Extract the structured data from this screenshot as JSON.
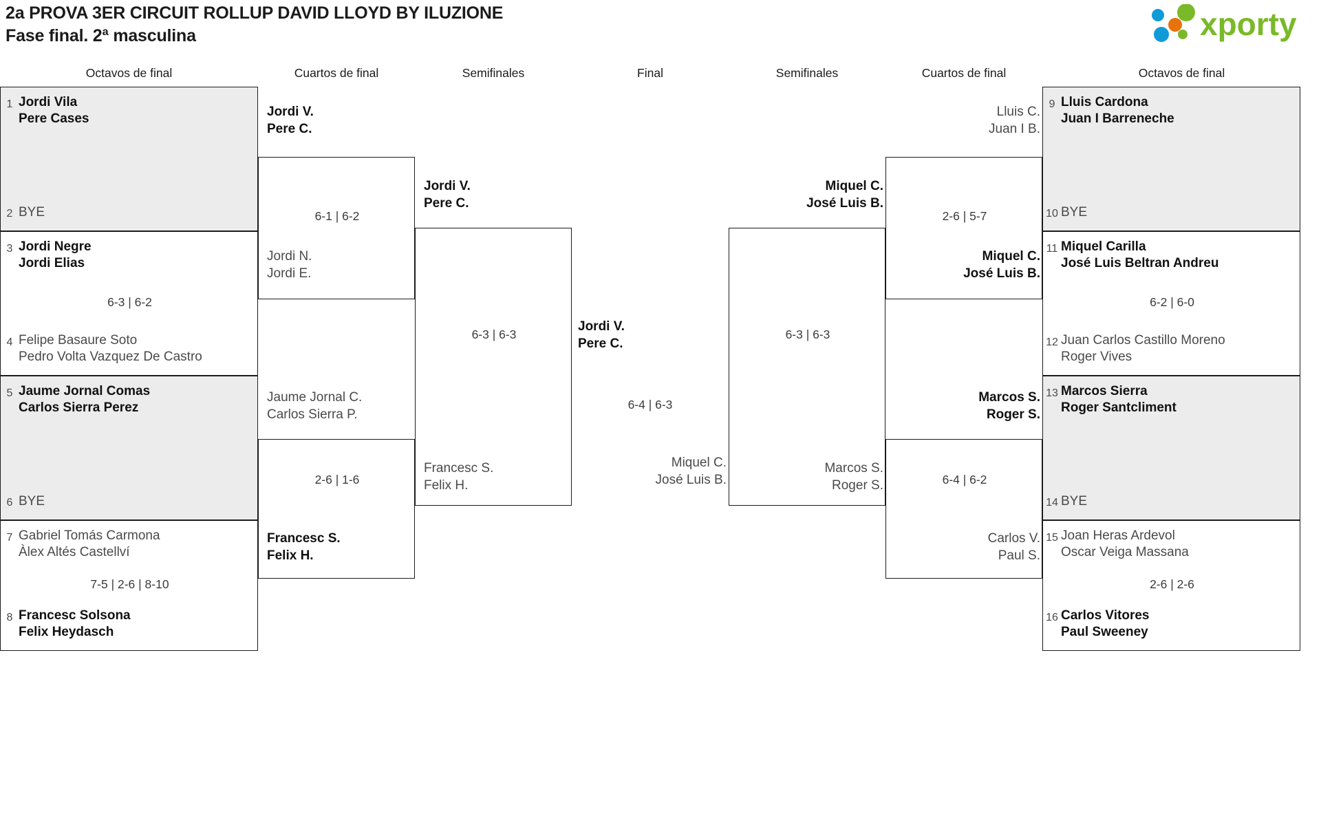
{
  "header": {
    "tournament_title": "2a PROVA 3ER CIRCUIT ROLLUP DAVID LLOYD BY ILUZIONE",
    "phase_title": "Fase final. 2ª masculina",
    "logo_text": "xporty",
    "logo_colors": {
      "green": "#7ab929",
      "blue": "#0f9bd7",
      "orange": "#e8720c"
    }
  },
  "round_headers": {
    "left_r16": "Octavos de final",
    "left_qf": "Cuartos de final",
    "left_sf": "Semifinales",
    "final": "Final",
    "right_sf": "Semifinales",
    "right_qf": "Cuartos de final",
    "right_r16": "Octavos de final"
  },
  "labels": {
    "bye": "BYE"
  },
  "left_r16": [
    {
      "seed": "1",
      "p1": "Jordi Vila",
      "p2": "Pere Cases",
      "status": "win"
    },
    {
      "seed": "2",
      "bye": true,
      "status": "lose"
    },
    {
      "seed": "3",
      "p1": "Jordi Negre",
      "p2": "Jordi Elias",
      "status": "win"
    },
    {
      "seed": "4",
      "p1": "Felipe Basaure Soto",
      "p2": "Pedro Volta Vazquez De Castro",
      "status": "lose"
    },
    {
      "seed": "5",
      "p1": "Jaume Jornal Comas",
      "p2": "Carlos Sierra Perez",
      "status": "win"
    },
    {
      "seed": "6",
      "bye": true,
      "status": "lose"
    },
    {
      "seed": "7",
      "p1": "Gabriel Tomás Carmona",
      "p2": "Àlex Altés Castellví",
      "status": "lose"
    },
    {
      "seed": "8",
      "p1": "Francesc Solsona",
      "p2": "Felix Heydasch",
      "status": "win"
    }
  ],
  "left_r16_scores": [
    "6-3 | 6-2",
    "7-5 | 2-6 | 8-10"
  ],
  "left_qf": [
    {
      "p1": "Jordi V.",
      "p2": "Pere C.",
      "status": "win"
    },
    {
      "p1": "Jordi N.",
      "p2": "Jordi E.",
      "status": "lose"
    },
    {
      "p1": "Jaume Jornal C.",
      "p2": "Carlos Sierra P.",
      "status": "lose"
    },
    {
      "p1": "Francesc S.",
      "p2": "Felix H.",
      "status": "win"
    }
  ],
  "left_qf_scores": [
    "6-1 | 6-2",
    "2-6 | 1-6"
  ],
  "left_sf": [
    {
      "p1": "Jordi V.",
      "p2": "Pere C.",
      "status": "win"
    },
    {
      "p1": "Francesc S.",
      "p2": "Felix H.",
      "status": "lose"
    }
  ],
  "left_sf_scores": [
    "6-3 | 6-3"
  ],
  "final": [
    {
      "p1": "Jordi V.",
      "p2": "Pere C.",
      "status": "win"
    },
    {
      "p1": "Miquel C.",
      "p2": "José Luis B.",
      "status": "lose"
    }
  ],
  "final_scores": [
    "6-4 | 6-3"
  ],
  "right_sf": [
    {
      "p1": "Miquel C.",
      "p2": "José Luis B.",
      "status": "win"
    },
    {
      "p1": "Marcos S.",
      "p2": "Roger S.",
      "status": "lose"
    }
  ],
  "right_sf_scores": [
    "6-3 | 6-3"
  ],
  "right_qf": [
    {
      "p1": "Lluis C.",
      "p2": "Juan I B.",
      "status": "lose"
    },
    {
      "p1": "Miquel C.",
      "p2": "José Luis B.",
      "status": "win"
    },
    {
      "p1": "Marcos S.",
      "p2": "Roger S.",
      "status": "win"
    },
    {
      "p1": "Carlos V.",
      "p2": "Paul S.",
      "status": "lose"
    }
  ],
  "right_qf_scores": [
    "2-6 | 5-7",
    "6-4 | 6-2"
  ],
  "right_r16": [
    {
      "seed": "9",
      "p1": "Lluis Cardona",
      "p2": "Juan I Barreneche",
      "status": "win"
    },
    {
      "seed": "10",
      "bye": true,
      "status": "lose"
    },
    {
      "seed": "11",
      "p1": "Miquel Carilla",
      "p2": "José Luis Beltran Andreu",
      "status": "win"
    },
    {
      "seed": "12",
      "p1": "Juan Carlos Castillo Moreno",
      "p2": "Roger Vives",
      "status": "lose"
    },
    {
      "seed": "13",
      "p1": "Marcos Sierra",
      "p2": "Roger Santcliment",
      "status": "win"
    },
    {
      "seed": "14",
      "bye": true,
      "status": "lose"
    },
    {
      "seed": "15",
      "p1": "Joan Heras Ardevol",
      "p2": "Oscar Veiga Massana",
      "status": "lose"
    },
    {
      "seed": "16",
      "p1": "Carlos Vitores",
      "p2": "Paul Sweeney",
      "status": "win"
    }
  ],
  "right_r16_scores": [
    "6-2 | 6-0",
    "2-6 | 2-6"
  ]
}
